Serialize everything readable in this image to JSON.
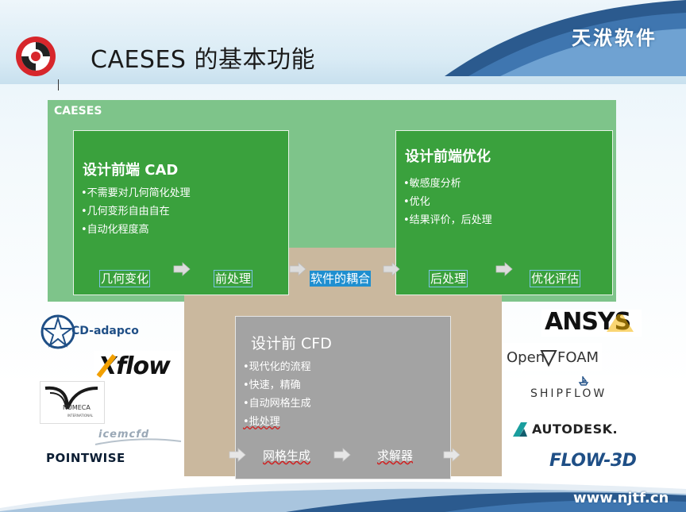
{
  "header": {
    "title": "CAESES 的基本功能",
    "brand": "天洑软件",
    "website": "www.njtf.cn"
  },
  "diagram": {
    "panel_label": "CAESES",
    "cad": {
      "title": "设计前端 CAD",
      "bullets": [
        "•不需要对几何简化处理",
        "•几何变形自由自在",
        "•自动化程度高"
      ],
      "steps": [
        "几何变化",
        "前处理"
      ]
    },
    "optimization": {
      "title": "设计前端优化",
      "bullets": [
        "•敏感度分析",
        "•优化",
        "•结果评价，后处理"
      ],
      "steps": [
        "后处理",
        "优化评估"
      ]
    },
    "coupling": "软件的耦合",
    "cfd": {
      "title": "设计前 CFD",
      "bullets": [
        "•现代化的流程",
        "•快速，精确",
        "•自动网格生成",
        "•批处理"
      ],
      "steps": [
        "网格生成",
        "求解器"
      ]
    }
  },
  "logos": {
    "left": [
      "CD-adapco",
      "Xflow",
      "NUMECA",
      "icemcfd",
      "POINTWISE"
    ],
    "right": [
      "ANSYS",
      "Open",
      "FOAM",
      "SHIPFLOW",
      "AUTODESK.",
      "FLOW-3D"
    ],
    "numeca_sub": "INTERNATIONAL"
  },
  "colors": {
    "panel_green": "#7ec48a",
    "box_green": "#3aa13d",
    "tan": "#cab89e",
    "cfd_gray": "#a3a3a3",
    "step_blue": "#1f8fd0",
    "logo_red": "#d7262b",
    "brand_navy": "#1f4f86"
  }
}
